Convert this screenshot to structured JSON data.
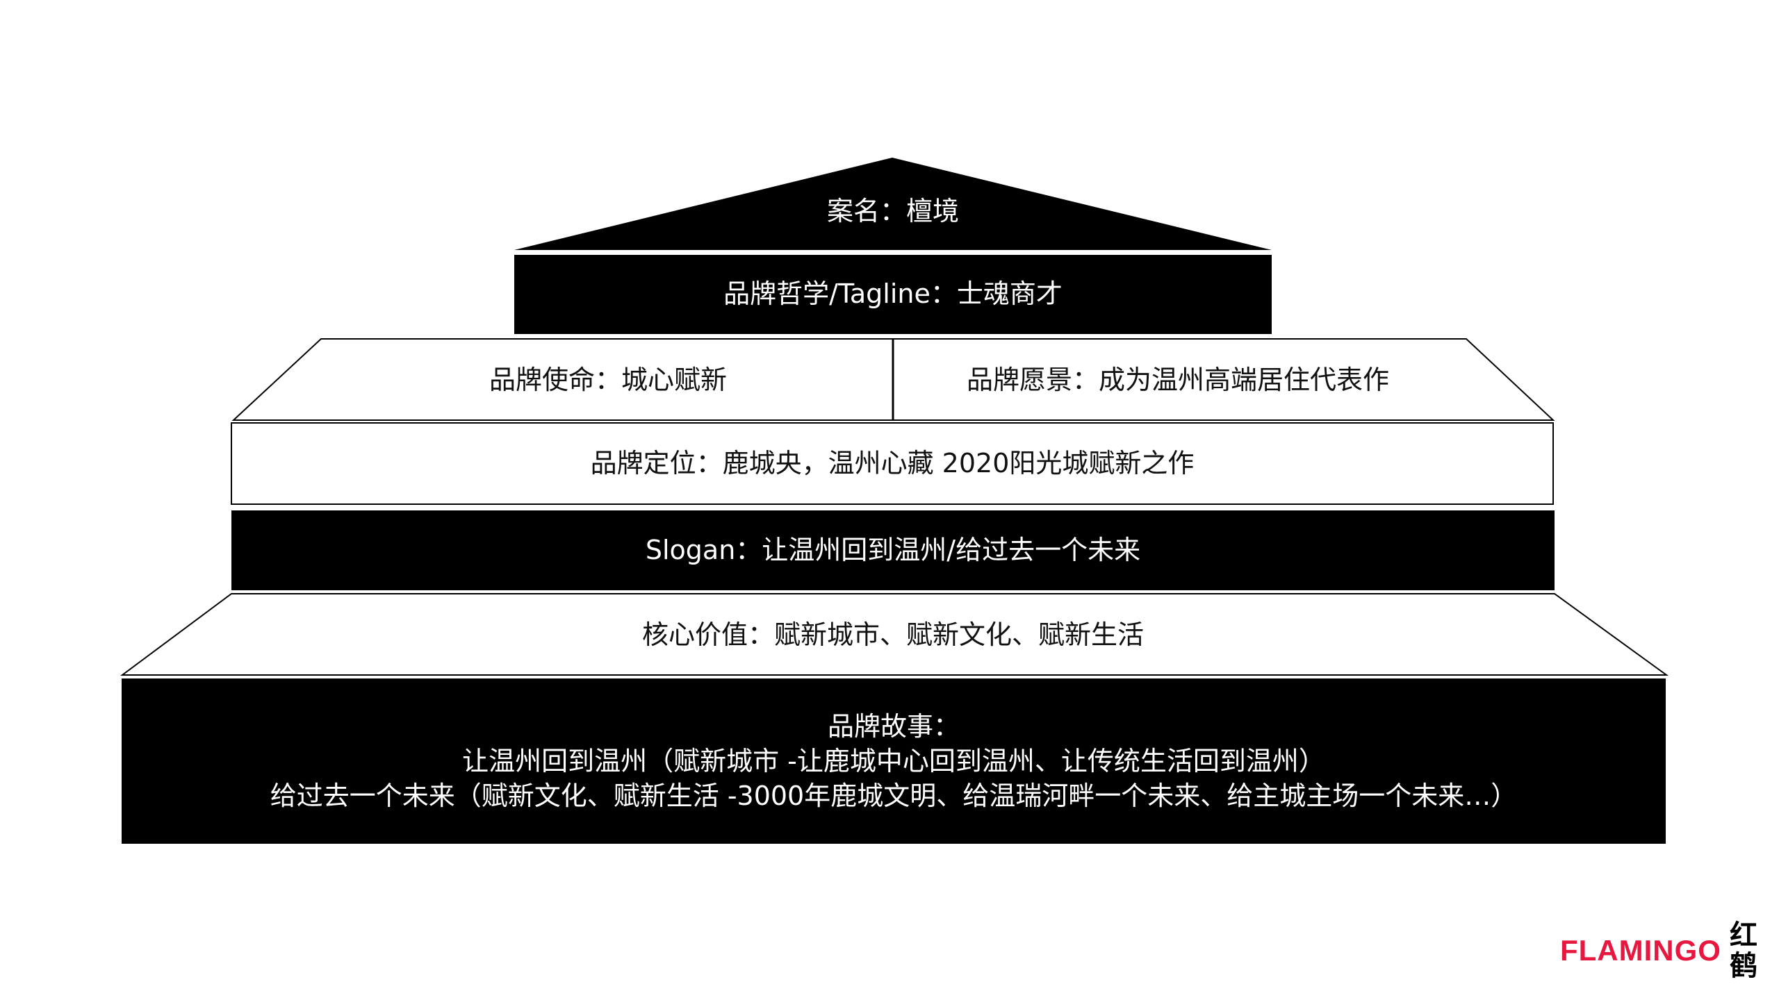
{
  "diagram": {
    "roof_label": "案名：檀境",
    "tagline": "品牌哲学/Tagline：士魂商才",
    "mission": "品牌使命：城心赋新",
    "vision": "品牌愿景：成为温州高端居住代表作",
    "positioning": "品牌定位：鹿城央，温州心藏 2020阳光城赋新之作",
    "slogan": "Slogan：让温州回到温州/给过去一个未来",
    "core_values": "核心价值：赋新城市、赋新文化、赋新生活",
    "story": {
      "title": "品牌故事：",
      "line1": "让温州回到温州（赋新城市 -让鹿城中心回到温州、让传统生活回到温州）",
      "line2": "给过去一个未来（赋新文化、赋新生活 -3000年鹿城文明、给温瑞河畔一个未来、给主城主场一个未来…）"
    }
  },
  "logo": {
    "brand_text": "FLAMINGO",
    "brand_char1": "红",
    "brand_char2": "鹤",
    "brand_color": "#E8173F"
  },
  "colors": {
    "dark_fill": "#000000",
    "light_fill": "#FFFFFF",
    "text_dark": "#111111",
    "text_light": "#FFFFFF"
  }
}
